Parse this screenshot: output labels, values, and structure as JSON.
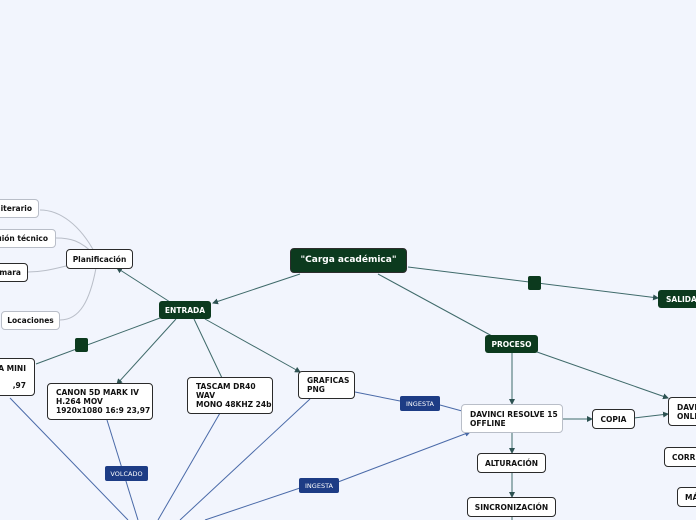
{
  "root": {
    "label": "\"Carga académica\""
  },
  "entrada": {
    "label": "ENTRADA",
    "planificacion": "Planificación",
    "plan_children": [
      "literario",
      "uión técnico",
      "mara",
      "Locaciones"
    ],
    "camera_mini": {
      "line1": "A MINI",
      "line2": ",97"
    },
    "canon": {
      "line1": "CANON 5D MARK IV",
      "line2": "H.264 MOV",
      "line3": "1920x1080 16:9 23,97"
    },
    "tascam": {
      "line1": "TASCAM DR40",
      "line2": "WAV",
      "line3": "MONO 48KHZ 24b"
    },
    "graficas": {
      "line1": "GRAFICAS",
      "line2": "PNG"
    }
  },
  "proceso": {
    "label": "PROCESO",
    "davinci": {
      "line1": "DAVINCI RESOLVE 15",
      "line2": "OFFLINE"
    },
    "alturacion": "ALTURACIÓN",
    "sincronizacion": "SINCRONIZACIÓN",
    "copia": "COPIA",
    "davinci_online": {
      "line1": "DAVI",
      "line2": "ONLI"
    },
    "corr": "CORR",
    "mas": "MÁ"
  },
  "salida": {
    "label": "SALIDA"
  },
  "tags": {
    "ingesta": "INGESTA",
    "volcado": "VOLCADO",
    "ingesta2": "INGESTA"
  },
  "colors": {
    "dark_node": "#0c3a1e",
    "tag": "#1d3c85",
    "line": "#3f6a6a",
    "background": "#f2f5fd"
  }
}
